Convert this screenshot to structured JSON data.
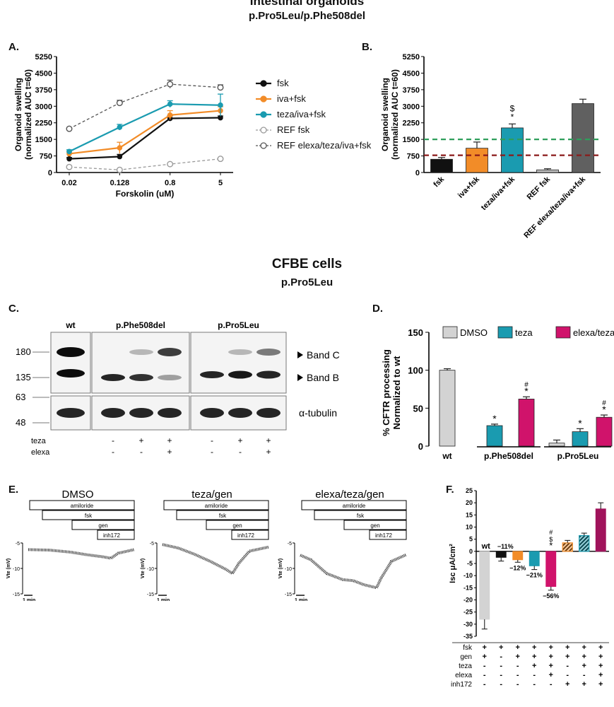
{
  "header": {
    "title1": "Intestinal organoids",
    "subtitle1": "p.Pro5Leu/p.Phe508del",
    "title2": "CFBE cells",
    "subtitle2": "p.Pro5Leu"
  },
  "panels": {
    "A": "A.",
    "B": "B.",
    "C": "C.",
    "D": "D.",
    "E": "E.",
    "F": "F."
  },
  "colors": {
    "fsk": "#111111",
    "iva": "#f28c28",
    "teza": "#1a9bb0",
    "ref": "#9a9a9a",
    "ref_elexa": "#555555",
    "dmso": "#d3d3d3",
    "elexa_teza": "#d0136b",
    "green_line": "#2e9e5b",
    "red_line": "#8b1a1a"
  },
  "chart_data": [
    {
      "id": "A",
      "type": "line",
      "xlabel": "Forskolin (uM)",
      "ylabel": "Organoid swelling (normalized AUC t=60)",
      "ylabel_lines": [
        "Organoid swelling",
        "(normalized AUC t=60)"
      ],
      "x_ticks": [
        "0.02",
        "0.128",
        "0.8",
        "5"
      ],
      "y_ticks": [
        "0",
        "750",
        "1500",
        "2250",
        "3000",
        "3750",
        "4500",
        "5250"
      ],
      "ylim": [
        0,
        5250
      ],
      "series": [
        {
          "name": "fsk",
          "style": "solid-filled",
          "values": [
            620,
            720,
            2450,
            2480
          ],
          "err": [
            60,
            100,
            120,
            80
          ]
        },
        {
          "name": "iva+fsk",
          "style": "solid-filled",
          "values": [
            850,
            1120,
            2600,
            2800
          ],
          "err": [
            80,
            250,
            200,
            180
          ]
        },
        {
          "name": "teza/iva+fsk",
          "style": "solid-filled",
          "values": [
            950,
            2050,
            3100,
            3050
          ],
          "err": [
            80,
            130,
            150,
            500
          ]
        },
        {
          "name": "REF fsk",
          "style": "dashed-open",
          "values": [
            250,
            120,
            380,
            620
          ],
          "err": [
            20,
            20,
            30,
            40
          ]
        },
        {
          "name": "REF elexa/teza/iva+fsk",
          "style": "dashed-open",
          "values": [
            1980,
            3150,
            4000,
            3850
          ],
          "err": [
            50,
            120,
            180,
            120
          ]
        }
      ]
    },
    {
      "id": "B",
      "type": "bar",
      "ylabel": "Organoid swelling (normalized AUC t=60)",
      "ylabel_lines": [
        "Organoid swelling",
        "(normalized AUC t=60)"
      ],
      "categories": [
        "fsk",
        "iva+fsk",
        "teza/iva+fsk",
        "REF fsk",
        "REF elexa/teza/iva+fsk"
      ],
      "values": [
        600,
        1100,
        2020,
        120,
        3120
      ],
      "err": [
        80,
        280,
        180,
        50,
        200
      ],
      "y_ticks": [
        "0",
        "750",
        "1500",
        "2250",
        "3000",
        "3750",
        "4500",
        "5250"
      ],
      "ylim": [
        0,
        5250
      ],
      "ref_lines": [
        1500,
        780
      ],
      "annotations": [
        {
          "bar": 2,
          "text": "$"
        },
        {
          "bar": 2,
          "text": "*"
        }
      ]
    },
    {
      "id": "D",
      "type": "bar",
      "ylabel": "% CFTR processing Normalized to wt",
      "ylabel_lines": [
        "% CFTR processing",
        "Normalized to wt"
      ],
      "legend": [
        "DMSO",
        "teza",
        "elexa/teza"
      ],
      "groups": [
        "wt",
        "p.Phe508del",
        "p.Pro5Leu"
      ],
      "y_ticks": [
        "0",
        "50",
        "100",
        "150"
      ],
      "ylim": [
        0,
        150
      ],
      "bars": [
        {
          "group": "wt",
          "series": "DMSO",
          "value": 100,
          "err": 2
        },
        {
          "group": "p.Phe508del",
          "series": "teza",
          "value": 27,
          "err": 2
        },
        {
          "group": "p.Phe508del",
          "series": "elexa/teza",
          "value": 62,
          "err": 3
        },
        {
          "group": "p.Pro5Leu",
          "series": "DMSO",
          "value": 4,
          "err": 4
        },
        {
          "group": "p.Pro5Leu",
          "series": "teza",
          "value": 19,
          "err": 4
        },
        {
          "group": "p.Pro5Leu",
          "series": "elexa/teza",
          "value": 38,
          "err": 3
        }
      ],
      "annotations": [
        {
          "bar": 1,
          "text": "*"
        },
        {
          "bar": 2,
          "text": "#"
        },
        {
          "bar": 2,
          "text": "*"
        },
        {
          "bar": 4,
          "text": "*"
        },
        {
          "bar": 5,
          "text": "#"
        },
        {
          "bar": 5,
          "text": "*"
        }
      ]
    },
    {
      "id": "F",
      "type": "bar",
      "ylabel": "Isc μA/cm²",
      "y_ticks": [
        "-35",
        "-30",
        "-25",
        "-20",
        "-15",
        "-10",
        "-5",
        "0",
        "5",
        "10",
        "15",
        "20",
        "25"
      ],
      "ylim": [
        -35,
        25
      ],
      "wt_label": "wt",
      "values": [
        -28,
        -2.5,
        -3.5,
        -6,
        -14.5,
        3.5,
        6.5,
        17.5
      ],
      "err": [
        4,
        1.5,
        1,
        1.5,
        1.5,
        1,
        1,
        2.5
      ],
      "bar_colors": [
        "#d3d3d3",
        "#111111",
        "#f28c28",
        "#1a9bb0",
        "#d0136b",
        "#f28c28",
        "#1a9bb0",
        "#a0135b"
      ],
      "hatched": [
        false,
        false,
        false,
        false,
        false,
        true,
        true,
        false
      ],
      "labels": [
        "",
        "−11%",
        "−12%",
        "−21%",
        "−56%",
        "",
        "",
        ""
      ],
      "annotations": [
        {
          "bar": 4,
          "text": "#"
        },
        {
          "bar": 4,
          "text": "$"
        },
        {
          "bar": 4,
          "text": "*"
        }
      ],
      "condition_rows": [
        {
          "name": "fsk",
          "marks": [
            "+",
            "+",
            "+",
            "+",
            "+",
            "+",
            "+",
            "+"
          ]
        },
        {
          "name": "gen",
          "marks": [
            "+",
            "-",
            "+",
            "+",
            "+",
            "+",
            "+",
            "+"
          ]
        },
        {
          "name": "teza",
          "marks": [
            "-",
            "-",
            "-",
            "+",
            "+",
            "-",
            "+",
            "+"
          ]
        },
        {
          "name": "elexa",
          "marks": [
            "-",
            "-",
            "-",
            "-",
            "+",
            "-",
            "-",
            "+"
          ]
        },
        {
          "name": "inh172",
          "marks": [
            "-",
            "-",
            "-",
            "-",
            "-",
            "+",
            "+",
            "+"
          ]
        }
      ]
    }
  ],
  "blot": {
    "lane_headers": [
      "wt",
      "p.Phe508del",
      "p.Pro5Leu"
    ],
    "mw_markers": [
      "180",
      "135",
      "63",
      "48"
    ],
    "band_labels": [
      "Band C",
      "Band B",
      "α-tubulin"
    ],
    "row_labels": [
      "teza",
      "elexa"
    ],
    "teza_marks": [
      "-",
      "+",
      "+",
      "-",
      "+",
      "+"
    ],
    "elexa_marks": [
      "-",
      "-",
      "+",
      "-",
      "-",
      "+"
    ]
  },
  "traces": {
    "titles": [
      "DMSO",
      "teza/gen",
      "elexa/teza/gen"
    ],
    "drugs": [
      "amiloride",
      "fsk",
      "gen",
      "inh172"
    ],
    "ylabel": "Vte (mV)",
    "y_ticks": [
      "-5",
      "-10",
      "-15"
    ],
    "scale": "1 min"
  }
}
